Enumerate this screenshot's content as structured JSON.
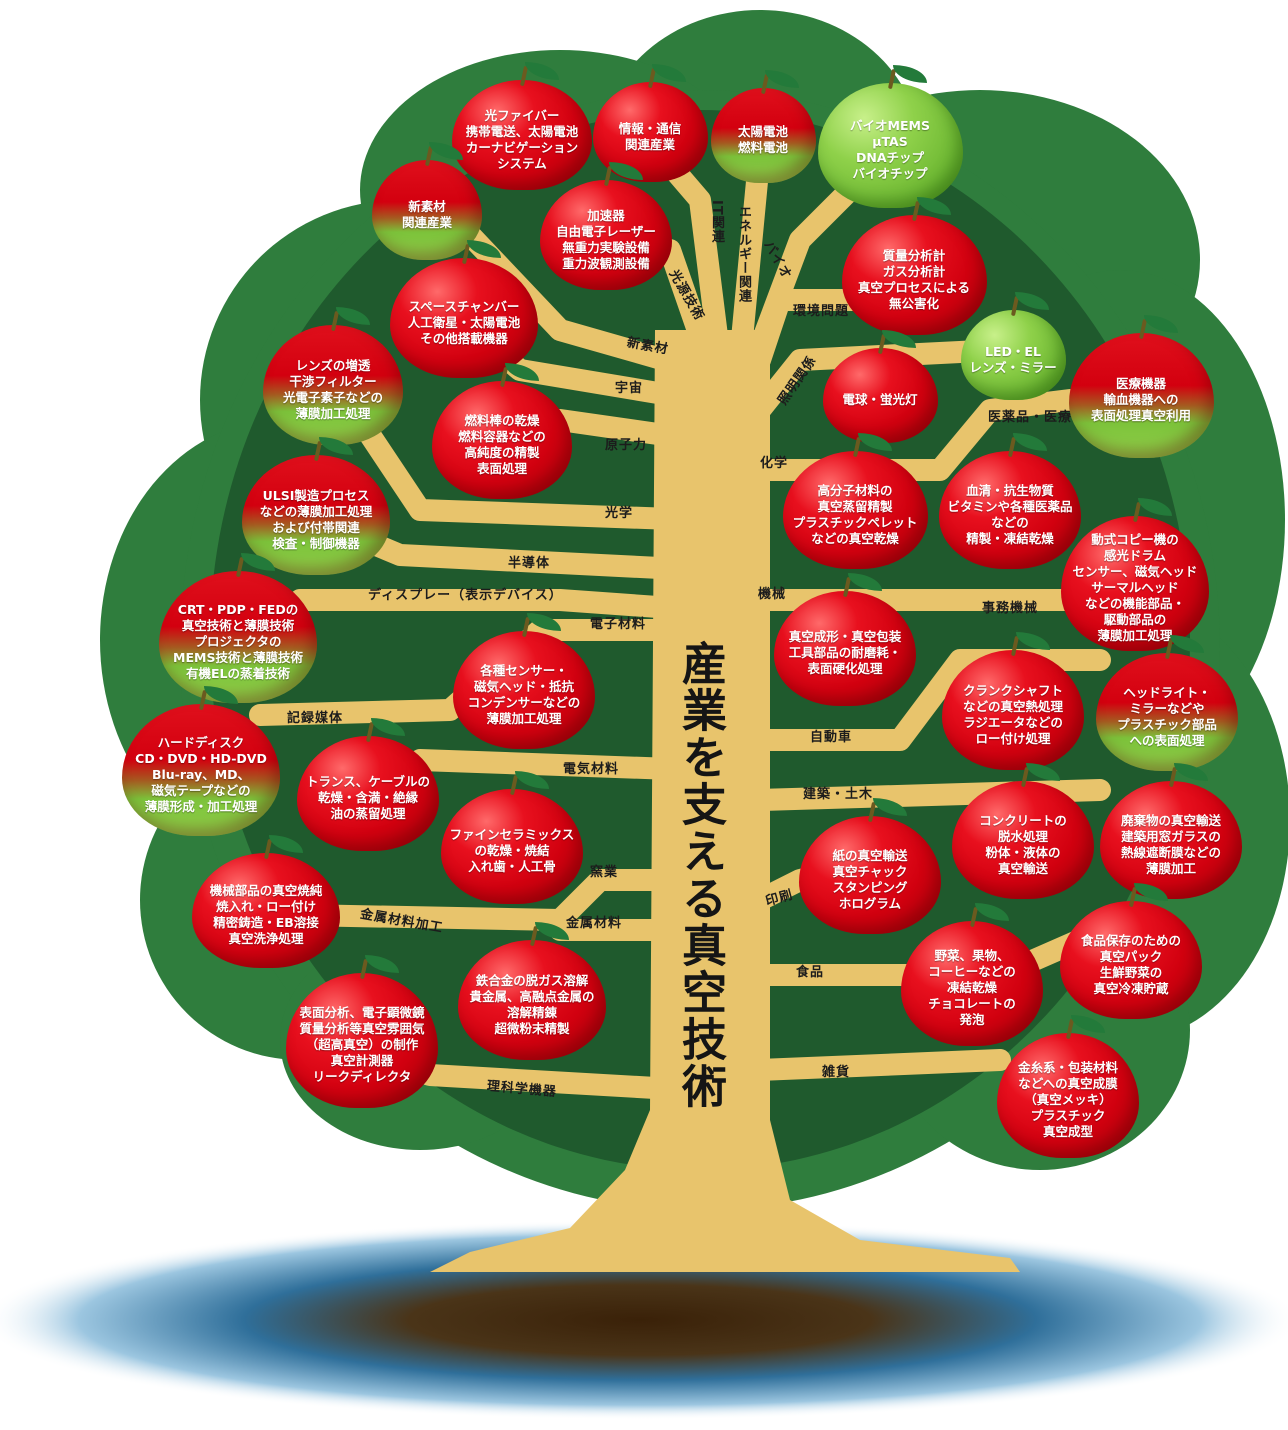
{
  "title": "産業を支える真空技術",
  "colors": {
    "canopy": "#1f5a2d",
    "canopy_edge": "#2f7d3d",
    "trunk": "#e8c46c",
    "apple_red": "#d3000f",
    "apple_green": "#8fd14a"
  },
  "branch_labels": [
    "IT関連",
    "エネルギー関連",
    "バイオ",
    "光源技術",
    "環境問題",
    "新素材",
    "照明関係",
    "宇宙",
    "原子力",
    "医薬品・医療",
    "化学",
    "光学",
    "半導体",
    "ディスプレー（表示デバイス）",
    "機械",
    "電子材料",
    "事務機械",
    "記録媒体",
    "自動車",
    "電気材料",
    "建築・土木",
    "窯業",
    "印刷",
    "金属材料加工",
    "金属材料",
    "食品",
    "雑貨",
    "理科学機器"
  ],
  "apples": [
    {
      "text": "光ファイバー\n携帯電送、太陽電池\nカーナビゲーション\nシステム",
      "color": "red"
    },
    {
      "text": "情報・通信\n関連産業",
      "color": "red"
    },
    {
      "text": "太陽電池\n燃料電池",
      "color": "red-green"
    },
    {
      "text": "バイオMEMS\nμTAS\nDNAチップ\nバイオチップ",
      "color": "green"
    },
    {
      "text": "新素材\n関連産業",
      "color": "red-green"
    },
    {
      "text": "加速器\n自由電子レーザー\n無重力実験設備\n重力波観測設備",
      "color": "red"
    },
    {
      "text": "質量分析計\nガス分析計\n真空プロセスによる\n無公害化",
      "color": "red"
    },
    {
      "text": "スペースチャンバー\n人工衛星・太陽電池\nその他搭載機器",
      "color": "red"
    },
    {
      "text": "LED・EL\nレンズ・ミラー",
      "color": "green"
    },
    {
      "text": "医療機器\n輸血機器への\n表面処理真空利用",
      "color": "red-green"
    },
    {
      "text": "レンズの増透\n干渉フィルター\n光電子素子などの\n薄膜加工処理",
      "color": "red-green"
    },
    {
      "text": "電球・蛍光灯",
      "color": "red"
    },
    {
      "text": "燃料棒の乾燥\n燃料容器などの\n高純度の精製\n表面処理",
      "color": "red"
    },
    {
      "text": "高分子材料の\n真空蒸留精製\nプラスチックペレット\nなどの真空乾燥",
      "color": "red"
    },
    {
      "text": "血清・抗生物質\nビタミンや各種医薬品\nなどの\n精製・凍結乾燥",
      "color": "red"
    },
    {
      "text": "ULSI製造プロセス\nなどの薄膜加工処理\nおよび付帯関連\n検査・制御機器",
      "color": "red-green"
    },
    {
      "text": "動式コピー機の\n感光ドラム\nセンサー、磁気ヘッド\nサーマルヘッド\nなどの機能部品・\n駆動部品の\n薄膜加工処理",
      "color": "red"
    },
    {
      "text": "CRT・PDP・FEDの\n真空技術と薄膜技術\nプロジェクタの\nMEMS技術と薄膜技術\n有機ELの蒸着技術",
      "color": "red-green"
    },
    {
      "text": "各種センサー・\n磁気ヘッド・抵抗\nコンデンサーなどの\n薄膜加工処理",
      "color": "red"
    },
    {
      "text": "真空成形・真空包装\n工具部品の耐磨耗・\n表面硬化処理",
      "color": "red"
    },
    {
      "text": "クランクシャフト\nなどの真空熱処理\nラジエータなどの\nロー付け処理",
      "color": "red"
    },
    {
      "text": "ヘッドライト・\nミラーなどや\nプラスチック部品\nへの表面処理",
      "color": "red-green"
    },
    {
      "text": "ハードディスク\nCD・DVD・HD-DVD\nBlu-ray、MD、\n磁気テープなどの\n薄膜形成・加工処理",
      "color": "red-green"
    },
    {
      "text": "トランス、ケーブルの\n乾燥・含満・絶縁\n油の蒸留処理",
      "color": "red"
    },
    {
      "text": "ファインセラミックス\nの乾燥・焼結\n入れ歯・人工骨",
      "color": "red"
    },
    {
      "text": "機械部品の真空焼純\n焼入れ・ロー付け\n精密鋳造・EB溶接\n真空洗浄処理",
      "color": "red"
    },
    {
      "text": "紙の真空輸送\n真空チャック\nスタンピング\nホログラム",
      "color": "red"
    },
    {
      "text": "コンクリートの\n脱水処理\n粉体・液体の\n真空輸送",
      "color": "red"
    },
    {
      "text": "廃棄物の真空輸送\n建築用窓ガラスの\n熱線遮断膜などの\n薄膜加工",
      "color": "red"
    },
    {
      "text": "鉄合金の脱ガス溶解\n貴金属、高融点金属の\n溶解精錬\n超微粉末精製",
      "color": "red"
    },
    {
      "text": "表面分析、電子顕微鏡\n質量分析等真空雰囲気\n（超高真空）の制作\n真空計測器\nリークディレクタ",
      "color": "red"
    },
    {
      "text": "野菜、果物、\nコーヒーなどの\n凍結乾燥\nチョコレートの\n発泡",
      "color": "red"
    },
    {
      "text": "食品保存のための\n真空パック\n生鮮野菜の\n真空冷凍貯蔵",
      "color": "red"
    },
    {
      "text": "金糸系・包装材料\nなどへの真空成膜\n（真空メッキ）\nプラスチック\n真空成型",
      "color": "red"
    }
  ]
}
